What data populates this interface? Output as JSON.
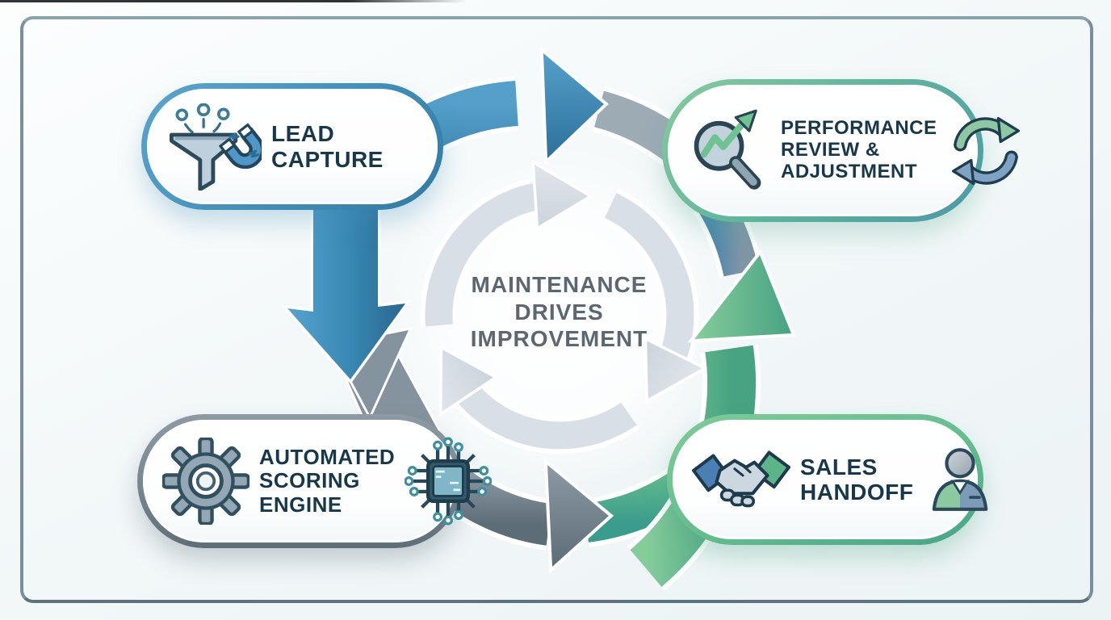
{
  "center": {
    "lines": [
      "MAINTENANCE",
      "DRIVES",
      "IMPROVEMENT"
    ]
  },
  "nodes": {
    "lead": {
      "lines": [
        "LEAD",
        "CAPTURE"
      ],
      "icons": [
        "funnel-magnet"
      ]
    },
    "performance": {
      "lines": [
        "PERFORMANCE",
        "REVIEW &",
        "ADJUSTMENT"
      ],
      "icons": [
        "magnifier-trend",
        "refresh-cycle"
      ]
    },
    "scoring": {
      "lines": [
        "AUTOMATED",
        "SCORING",
        "ENGINE"
      ],
      "icons": [
        "gear",
        "circuit-chip"
      ]
    },
    "sales": {
      "lines": [
        "SALES",
        "HANDOFF"
      ],
      "icons": [
        "handshake",
        "person"
      ]
    }
  },
  "colors": {
    "accent_blue": "#3e87b4",
    "accent_green": "#5cb988",
    "accent_teal": "#45a08f",
    "accent_gray": "#7e8c97",
    "node_text": "#17384a",
    "center_text": "#5d6771",
    "frame_border": "#7a8f9d"
  }
}
